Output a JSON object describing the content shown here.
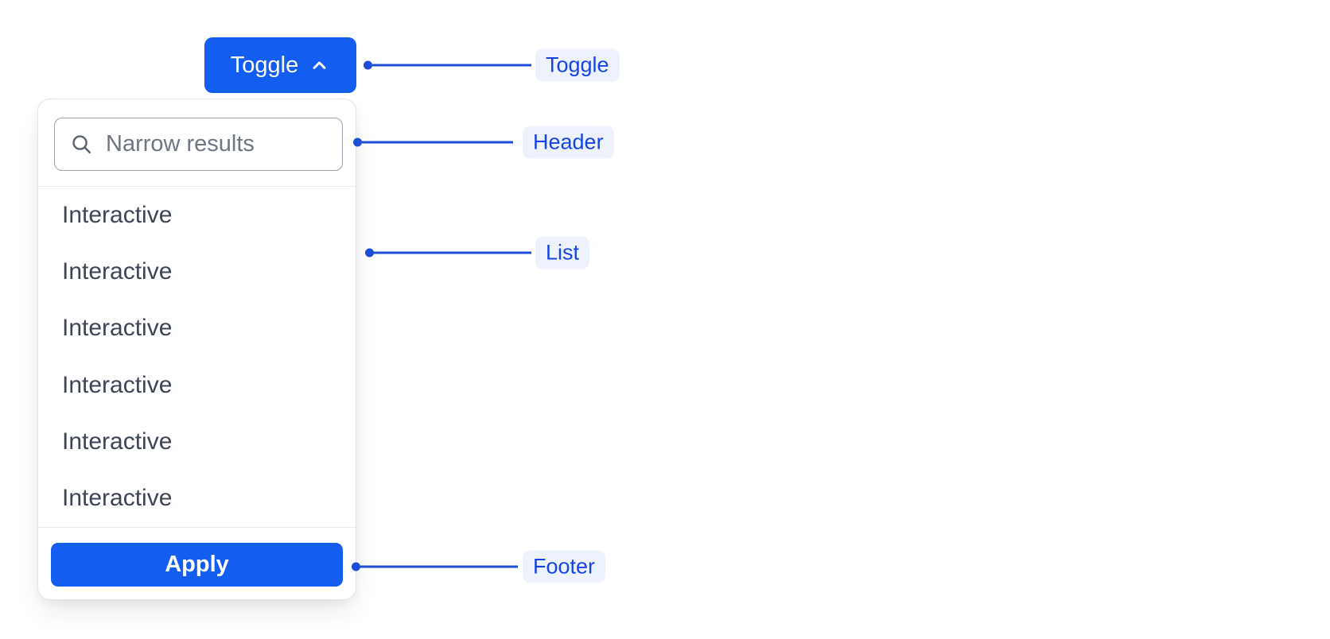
{
  "toggle_button": {
    "label": "Toggle",
    "icon": "chevron-up-icon"
  },
  "dropdown": {
    "header": {
      "search_placeholder": "Narrow results",
      "search_value": "",
      "icon": "search-icon"
    },
    "list": {
      "items": [
        "Interactive",
        "Interactive",
        "Interactive",
        "Interactive",
        "Interactive",
        "Interactive"
      ]
    },
    "footer": {
      "apply_label": "Apply"
    }
  },
  "annotations": {
    "toggle": "Toggle",
    "header": "Header",
    "list": "List",
    "footer": "Footer"
  },
  "colors": {
    "primary_blue": "#135ef0",
    "annotation_line_blue": "#1d4dd6",
    "annotation_label_bg": "#edf2fd",
    "annotation_label_text": "#1545e6",
    "item_text": "#3d4454",
    "placeholder_gray": "#6e7582",
    "input_border": "#99a1ad",
    "panel_border": "#e2e5ea"
  }
}
